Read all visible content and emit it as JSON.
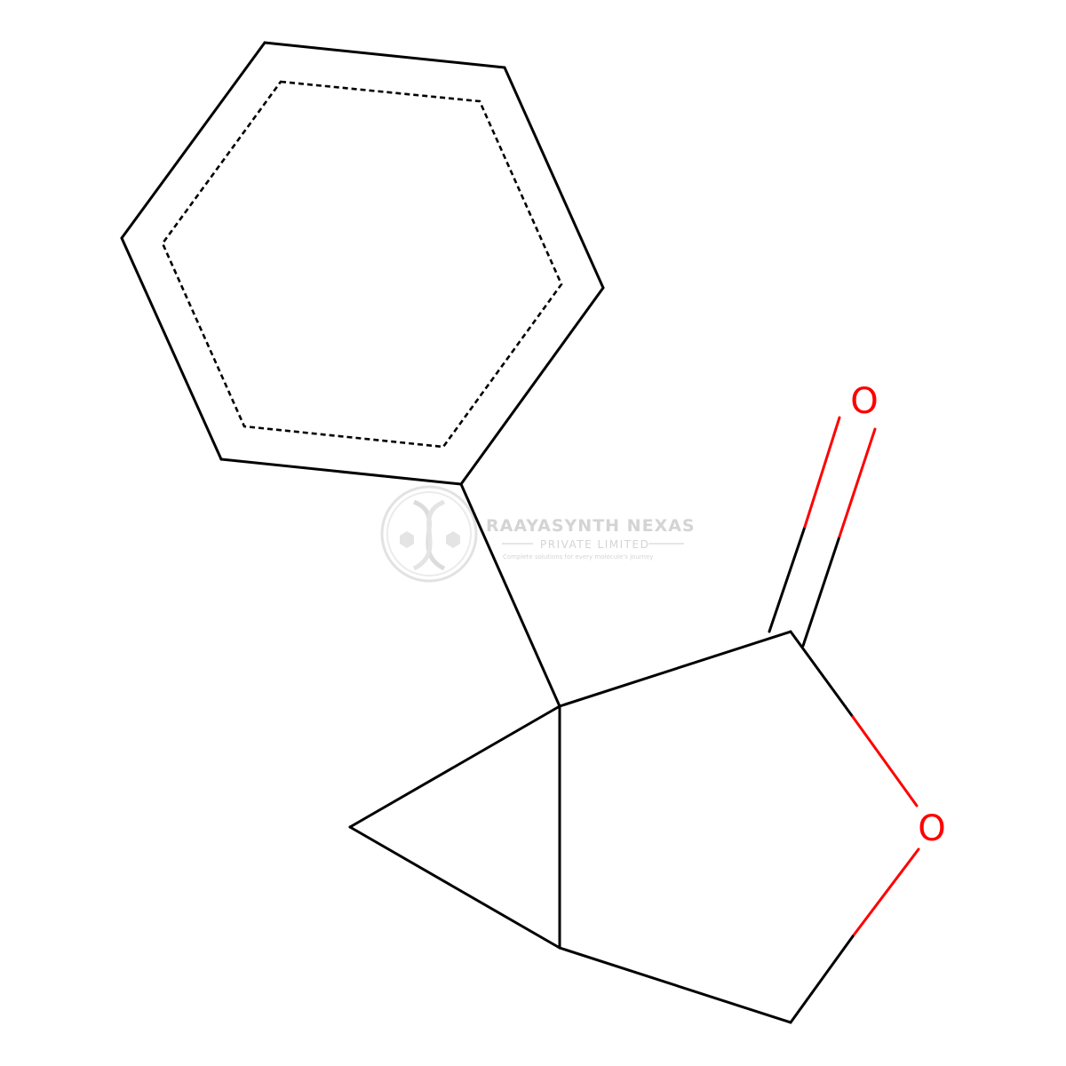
{
  "molecule": {
    "atoms": {
      "carbonyl_oxygen": "O",
      "ring_oxygen": "O"
    },
    "colors": {
      "bond": "#000000",
      "heteroatom": "#ff0000",
      "watermark": "#d4d4d4"
    }
  },
  "watermark": {
    "company": "RAAYASYNTH NEXAS",
    "subtitle": "PRIVATE LIMITED",
    "tagline": "Complete solutions for every molecule's journey",
    "icon": "dna-helix-logo"
  }
}
